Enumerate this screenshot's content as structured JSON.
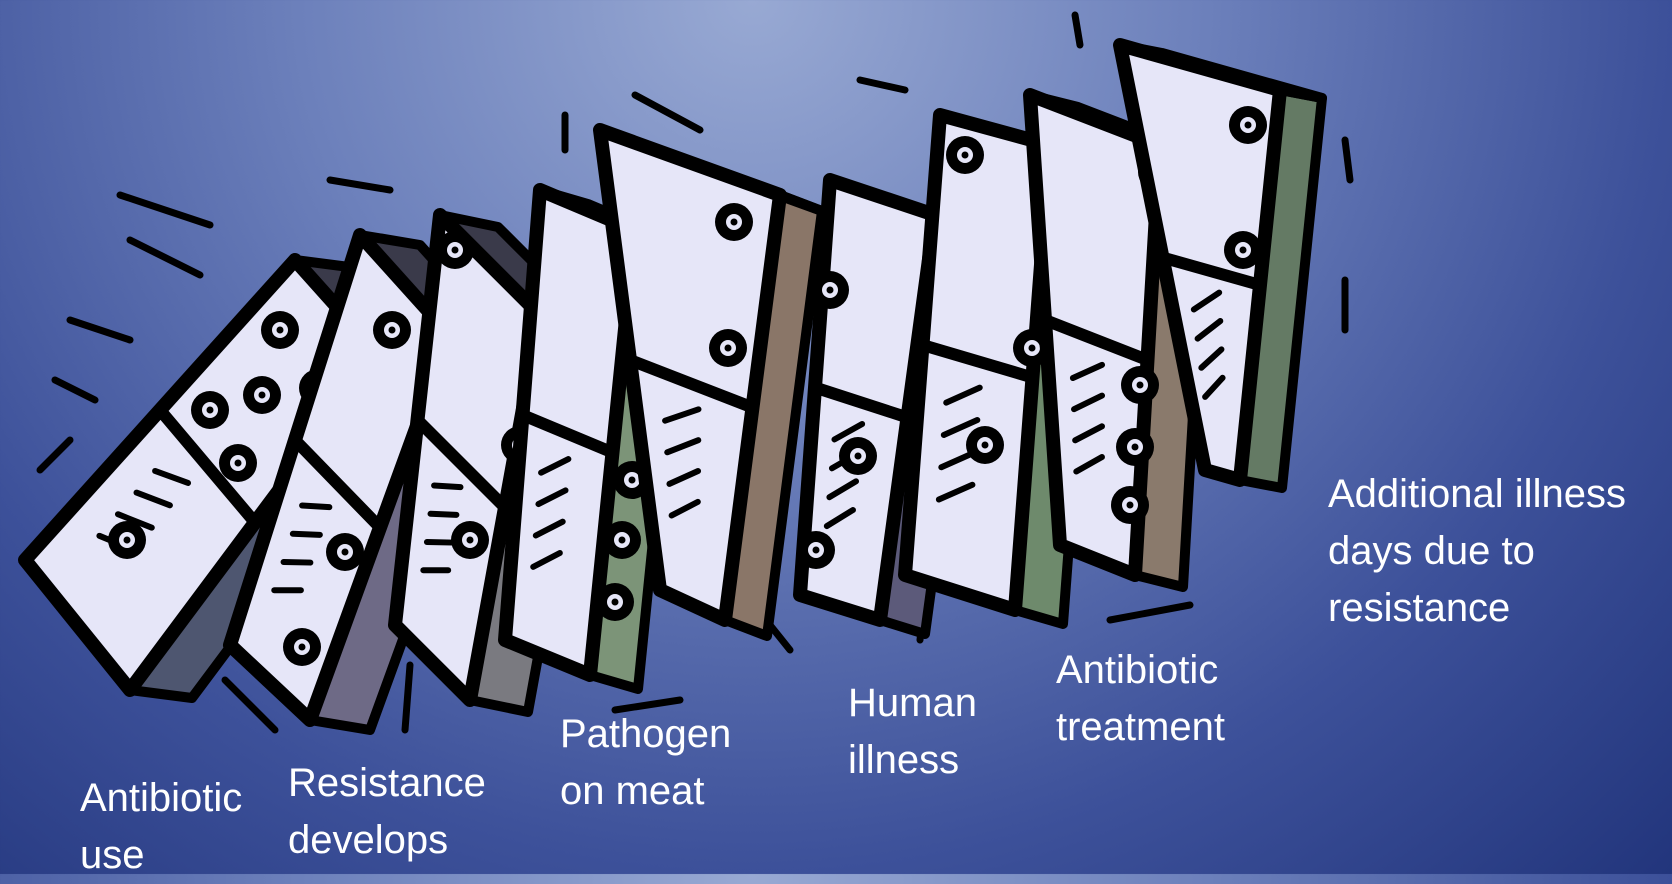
{
  "slide": {
    "labels": [
      {
        "id": "antibiotic-use",
        "text": "Antibiotic\nuse"
      },
      {
        "id": "resistance-develops",
        "text": "Resistance\ndevelops"
      },
      {
        "id": "pathogen-on-meat",
        "text": "Pathogen\non meat"
      },
      {
        "id": "human-illness",
        "text": "Human\nillness"
      },
      {
        "id": "antibiotic-treatment",
        "text": "Antibiotic\ntreatment"
      },
      {
        "id": "additional-illness",
        "text": "Additional illness\ndays due to\nresistance"
      }
    ]
  },
  "colors": {
    "background_top": "#98a9d3",
    "background_bottom": "#22357c",
    "domino_face": "#e6e6f8",
    "domino_outline": "#000000",
    "domino_side_colors": [
      "#4e5670",
      "#6e6a86",
      "#7a7a80",
      "#7c9478",
      "#8a7668",
      "#5c5a7a",
      "#6e8a6c",
      "#8a7a6c",
      "#647a64"
    ],
    "label_text": "#ffffff"
  },
  "illustration": {
    "name": "falling-dominoes-clipart",
    "domino_count": 9
  }
}
